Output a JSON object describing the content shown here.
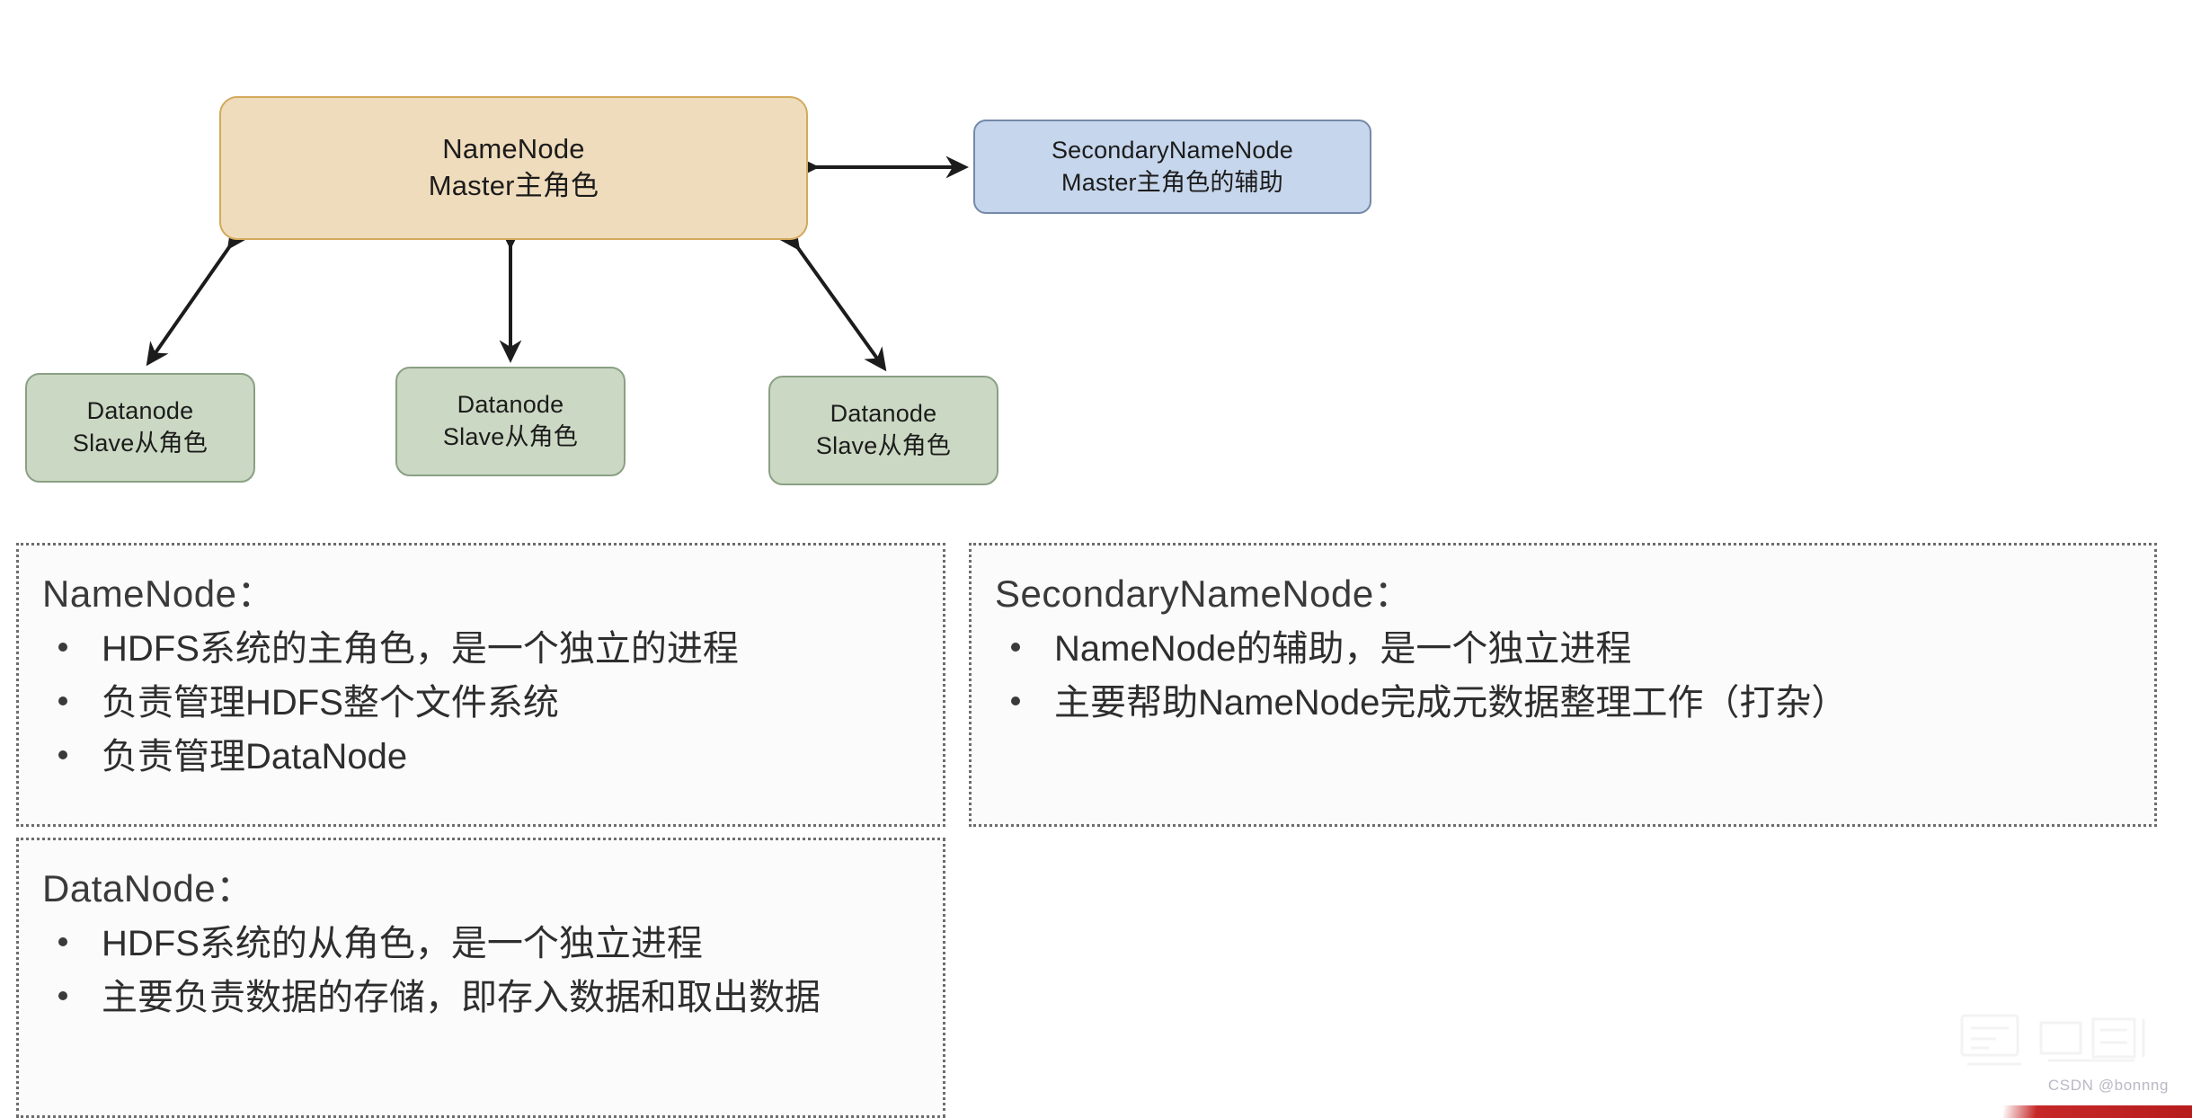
{
  "diagram": {
    "nodes": {
      "namenode": {
        "title": "NameNode",
        "subtitle": "Master主角色"
      },
      "secondary": {
        "title": "SecondaryNameNode",
        "subtitle": "Master主角色的辅助"
      },
      "datanode1": {
        "title": "Datanode",
        "subtitle": "Slave从角色"
      },
      "datanode2": {
        "title": "Datanode",
        "subtitle": "Slave从角色"
      },
      "datanode3": {
        "title": "Datanode",
        "subtitle": "Slave从角色"
      }
    },
    "connections": [
      {
        "from": "namenode",
        "to": "secondary",
        "style": "double-arrow"
      },
      {
        "from": "namenode",
        "to": "datanode1",
        "style": "double-arrow"
      },
      {
        "from": "namenode",
        "to": "datanode2",
        "style": "double-arrow"
      },
      {
        "from": "namenode",
        "to": "datanode3",
        "style": "double-arrow"
      }
    ],
    "colors": {
      "namenode_fill": "#efdcbc",
      "namenode_border": "#d3a95c",
      "secondary_fill": "#c6d6ec",
      "secondary_border": "#7589a8",
      "datanode_fill": "#cbd8c3",
      "datanode_border": "#8aa084",
      "arrow": "#1c1c1c"
    }
  },
  "panels": {
    "namenode": {
      "title": "NameNode：",
      "items": [
        "HDFS系统的主角色，是一个独立的进程",
        "负责管理HDFS整个文件系统",
        "负责管理DataNode"
      ]
    },
    "secondary": {
      "title": "SecondaryNameNode：",
      "items": [
        "NameNode的辅助，是一个独立进程",
        "主要帮助NameNode完成元数据整理工作（打杂）"
      ]
    },
    "datanode": {
      "title": "DataNode：",
      "items": [
        "HDFS系统的从角色，是一个独立进程",
        "主要负责数据的存储，即存入数据和取出数据"
      ]
    }
  },
  "watermark": {
    "text": "CSDN @bonnng"
  }
}
